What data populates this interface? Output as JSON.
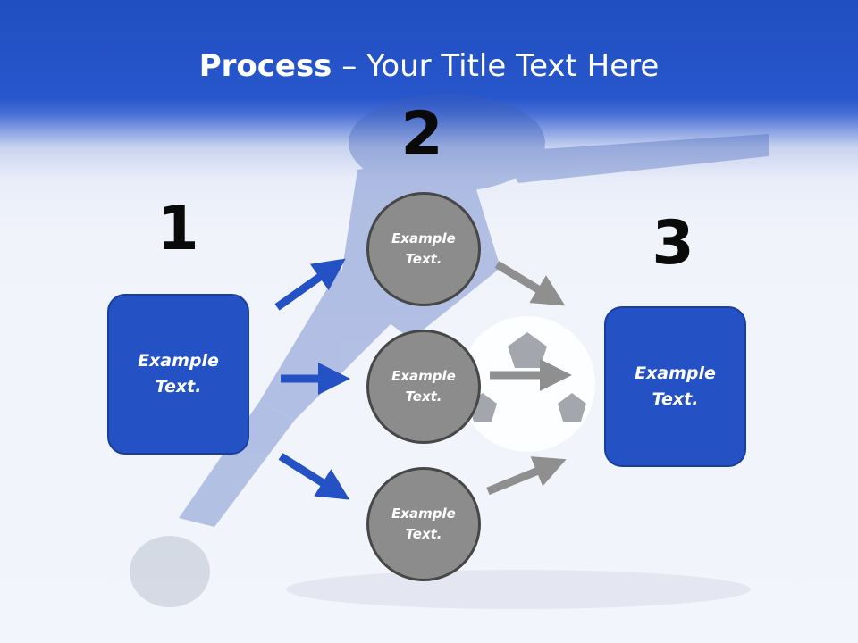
{
  "title": {
    "bold": "Process",
    "rest": " – Your Title Text Here"
  },
  "steps": [
    {
      "number": "1",
      "text": "Example\nText."
    },
    {
      "number": "2"
    },
    {
      "number": "3",
      "text": "Example\nText."
    }
  ],
  "circles": [
    {
      "text": "Example\nText."
    },
    {
      "text": "Example\nText."
    },
    {
      "text": "Example\nText."
    }
  ],
  "colors": {
    "header": "#2451c4",
    "box": "#2451c4",
    "circle": "#8c8c8c",
    "arrow_blue": "#2451c4",
    "arrow_gray": "#8f8f8f"
  }
}
